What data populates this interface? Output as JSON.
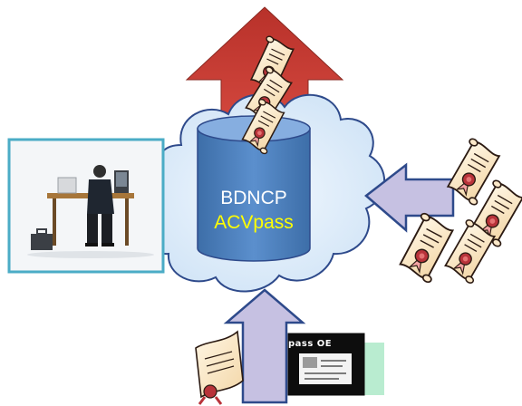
{
  "database": {
    "title": "BDNCP",
    "subtitle": "ACVpass"
  },
  "card": {
    "label": "pass OE"
  },
  "colors": {
    "up_arrow": "#c0392b",
    "side_arrows_fill": "#c6c1e2",
    "side_arrows_stroke": "#2e4a8b",
    "cloud_fill": "#dcecf9",
    "cloud_stroke": "#2e4a8b",
    "cylinder_fill": "#4f81bd",
    "title_text": "#ffffff",
    "subtitle_text": "#ffff00",
    "photo_border": "#4bacc6",
    "scroll_paper": "#fde9c9",
    "seal_red": "#b8333a"
  },
  "icons": [
    "person-at-desk-photo",
    "certificate-scroll-icon",
    "pass-card-icon",
    "document-scroll-icon"
  ]
}
